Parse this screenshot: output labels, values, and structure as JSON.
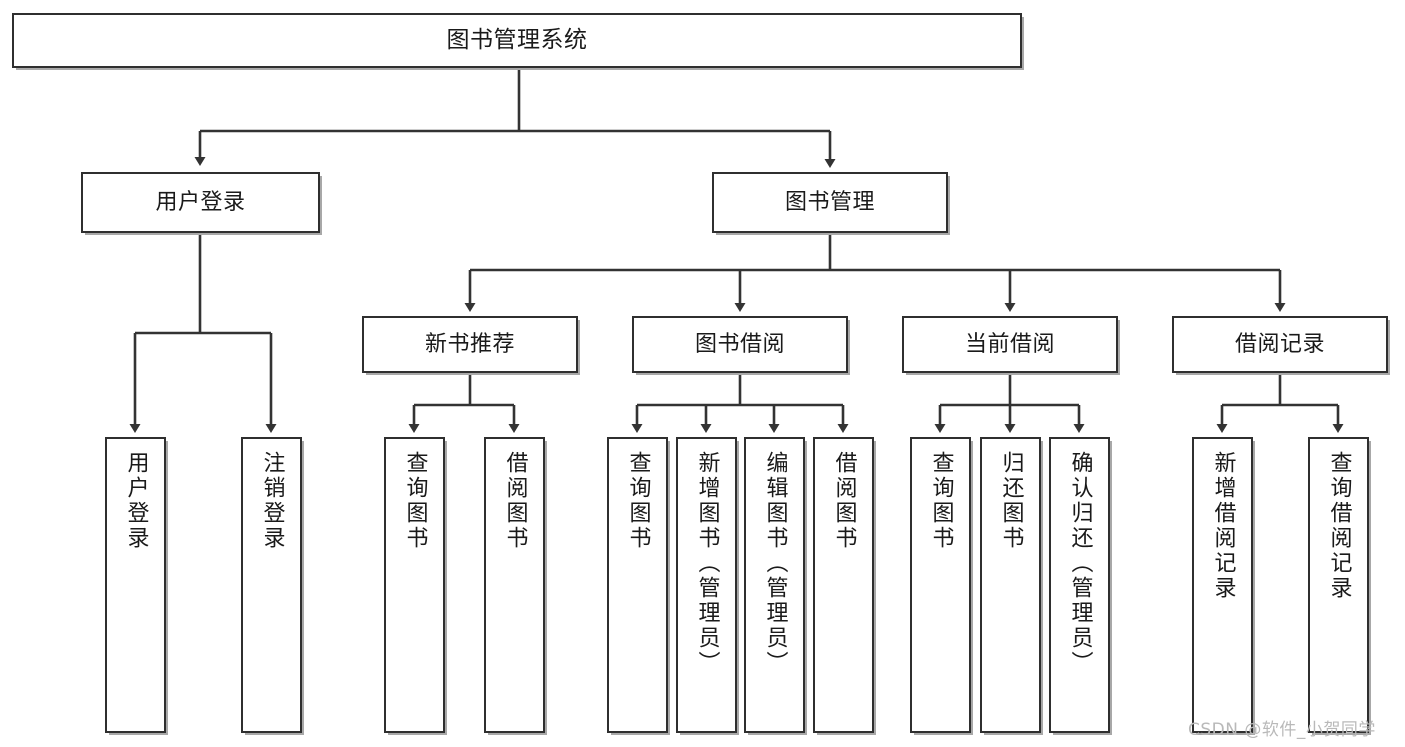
{
  "diagram": {
    "title": "图书管理系统",
    "type": "hierarchy-tree",
    "watermark": "CSDN @软件_小贺同学",
    "colors": {
      "box_border": "#2f2f2f",
      "box_shadow": "#a8a8a8",
      "box_fill": "#ffffff",
      "connector": "#333333",
      "text": "#1a1a1a",
      "watermark": "#b9b9b9",
      "background": "#ffffff"
    },
    "nodes": {
      "root": {
        "label": "图书管理系统"
      },
      "level1": [
        {
          "label": "用户登录"
        },
        {
          "label": "图书管理"
        }
      ],
      "level2": [
        {
          "label": "新书推荐"
        },
        {
          "label": "图书借阅"
        },
        {
          "label": "当前借阅"
        },
        {
          "label": "借阅记录"
        }
      ],
      "leaves": {
        "user_login": [
          {
            "label": "用户登录"
          },
          {
            "label": "注销登录"
          }
        ],
        "new_book_recommend": [
          {
            "label": "查询图书"
          },
          {
            "label": "借阅图书"
          }
        ],
        "book_borrow": [
          {
            "label": "查询图书"
          },
          {
            "label": "新增图书（管理员）"
          },
          {
            "label": "编辑图书（管理员）"
          },
          {
            "label": "借阅图书"
          }
        ],
        "current_borrow": [
          {
            "label": "查询图书"
          },
          {
            "label": "归还图书"
          },
          {
            "label": "确认归还（管理员）"
          }
        ],
        "borrow_record": [
          {
            "label": "新增借阅记录"
          },
          {
            "label": "查询借阅记录"
          }
        ]
      }
    }
  }
}
